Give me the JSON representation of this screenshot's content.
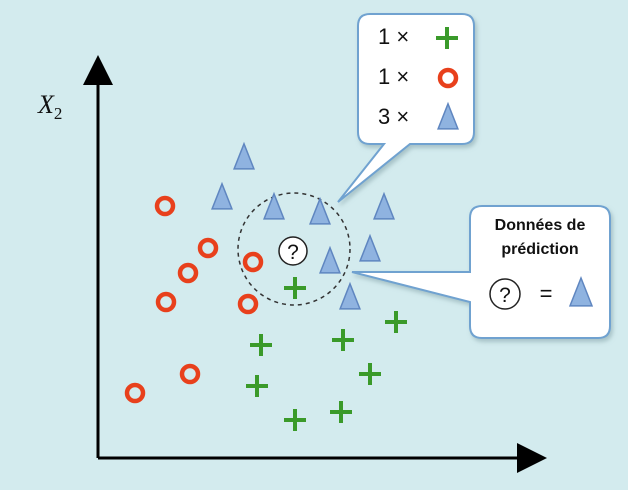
{
  "axis_label_y": {
    "base": "X",
    "sub": "2"
  },
  "query_symbol": "?",
  "legend": [
    {
      "count": "1 ×",
      "icon": "plus-icon"
    },
    {
      "count": "1 ×",
      "icon": "circle-icon"
    },
    {
      "count": "3 ×",
      "icon": "triangle-icon"
    }
  ],
  "prediction": {
    "title_line1": "Données de",
    "title_line2": "prédiction",
    "equals": "=",
    "result_icon": "triangle-icon"
  },
  "colors": {
    "background": "#d3ebee",
    "plus": "#3a9a2a",
    "circle": "#e8401c",
    "triangle": "#8fb3e0",
    "triangle_stroke": "#5f86c0"
  }
}
